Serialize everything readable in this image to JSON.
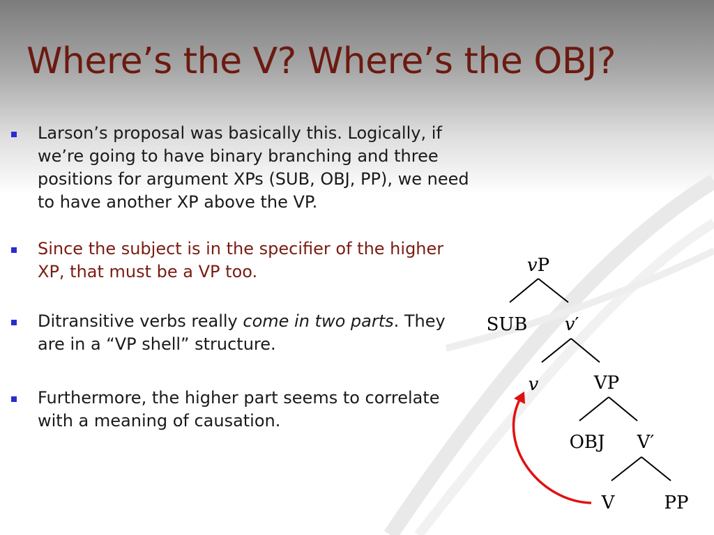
{
  "slide": {
    "title": "Where’s the V? Where’s the OBJ?",
    "bullets": [
      {
        "text_parts": [
          "Larson’s proposal was basically this. Logically, if we’re going to have binary branching and three positions for argument XPs (SUB, OBJ, PP), we need to have another XP above the VP."
        ],
        "color": "#1a1a1a"
      },
      {
        "text_parts": [
          "Since the subject is in the specifier of the higher XP, that must be a VP too."
        ],
        "color": "#7a1c12"
      },
      {
        "text_parts": [
          "Ditransitive verbs really ",
          "come in two parts",
          ". They are in a “VP shell” structure."
        ],
        "italic_part": "come in two parts",
        "color": "#1a1a1a"
      },
      {
        "text_parts": [
          "Furthermore, the higher part seems to correlate with a meaning of causation."
        ],
        "color": "#1a1a1a"
      }
    ]
  },
  "tree": {
    "vP": {
      "italic": "v",
      "rest": "P"
    },
    "SUB": "SUB",
    "vbar": {
      "italic": "v",
      "rest": "′"
    },
    "v": "v",
    "VP": "VP",
    "OBJ": "OBJ",
    "Vbar": "V′",
    "V": "V",
    "PP": "PP",
    "arrow_color": "#e01010"
  }
}
